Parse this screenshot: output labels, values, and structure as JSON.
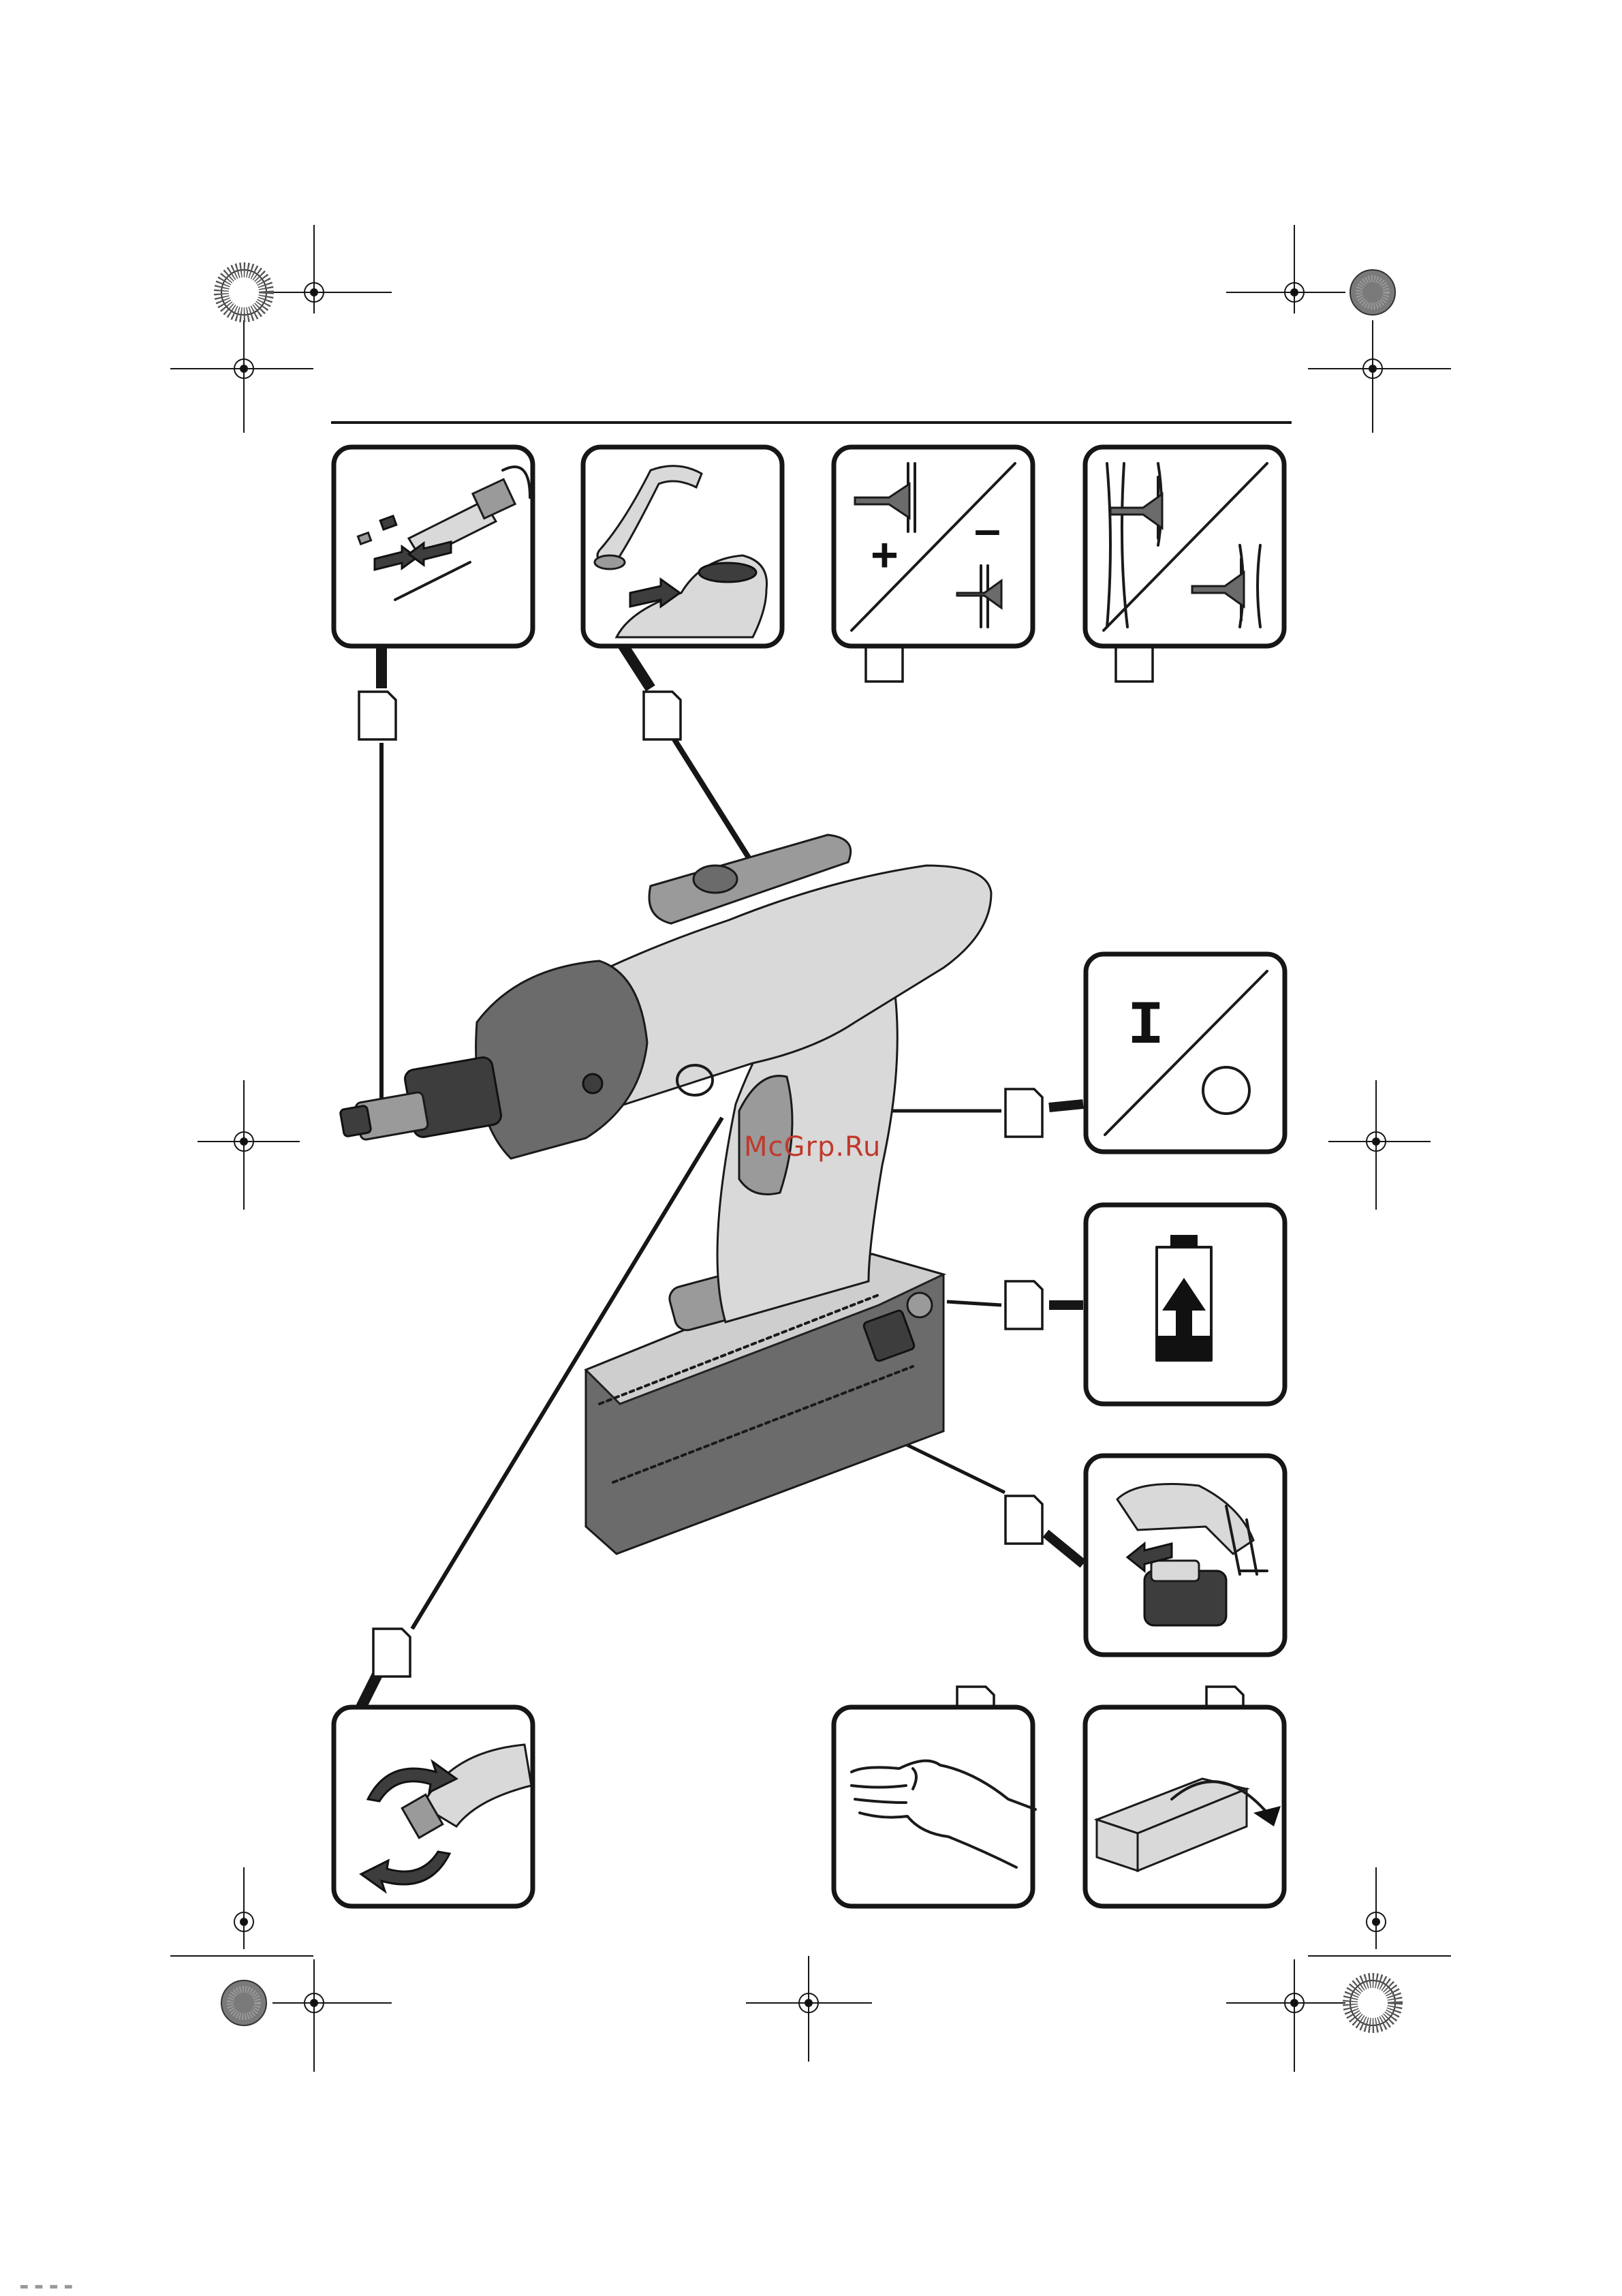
{
  "watermark": {
    "text": "McGrp.Ru"
  },
  "bottom_marks": {
    "text": "▬ ▬ ▬ ▬"
  },
  "panels": [
    {
      "id": "bit-change",
      "icon": "bit-change-icon"
    },
    {
      "id": "belt-clip",
      "icon": "belt-clip-icon"
    },
    {
      "id": "depth-adjust",
      "icon": "depth-plus-minus-icon"
    },
    {
      "id": "screw-depth",
      "icon": "screw-depth-icon"
    },
    {
      "id": "switch-on-off",
      "icon": "on-off-icon"
    },
    {
      "id": "battery-charge",
      "icon": "battery-charge-icon"
    },
    {
      "id": "battery-remove",
      "icon": "battery-remove-icon"
    },
    {
      "id": "rotation",
      "icon": "rotation-direction-icon"
    },
    {
      "id": "handling",
      "icon": "hand-icon"
    },
    {
      "id": "packaging",
      "icon": "box-open-icon"
    }
  ],
  "switch_panel": {
    "on_symbol": "I"
  },
  "depth_panel": {
    "plus": "+",
    "minus": "–"
  },
  "colors": {
    "ink": "#161616",
    "gray": "#9a9a9a",
    "dark": "#3d3d3d",
    "watermark": "#c0392b"
  }
}
